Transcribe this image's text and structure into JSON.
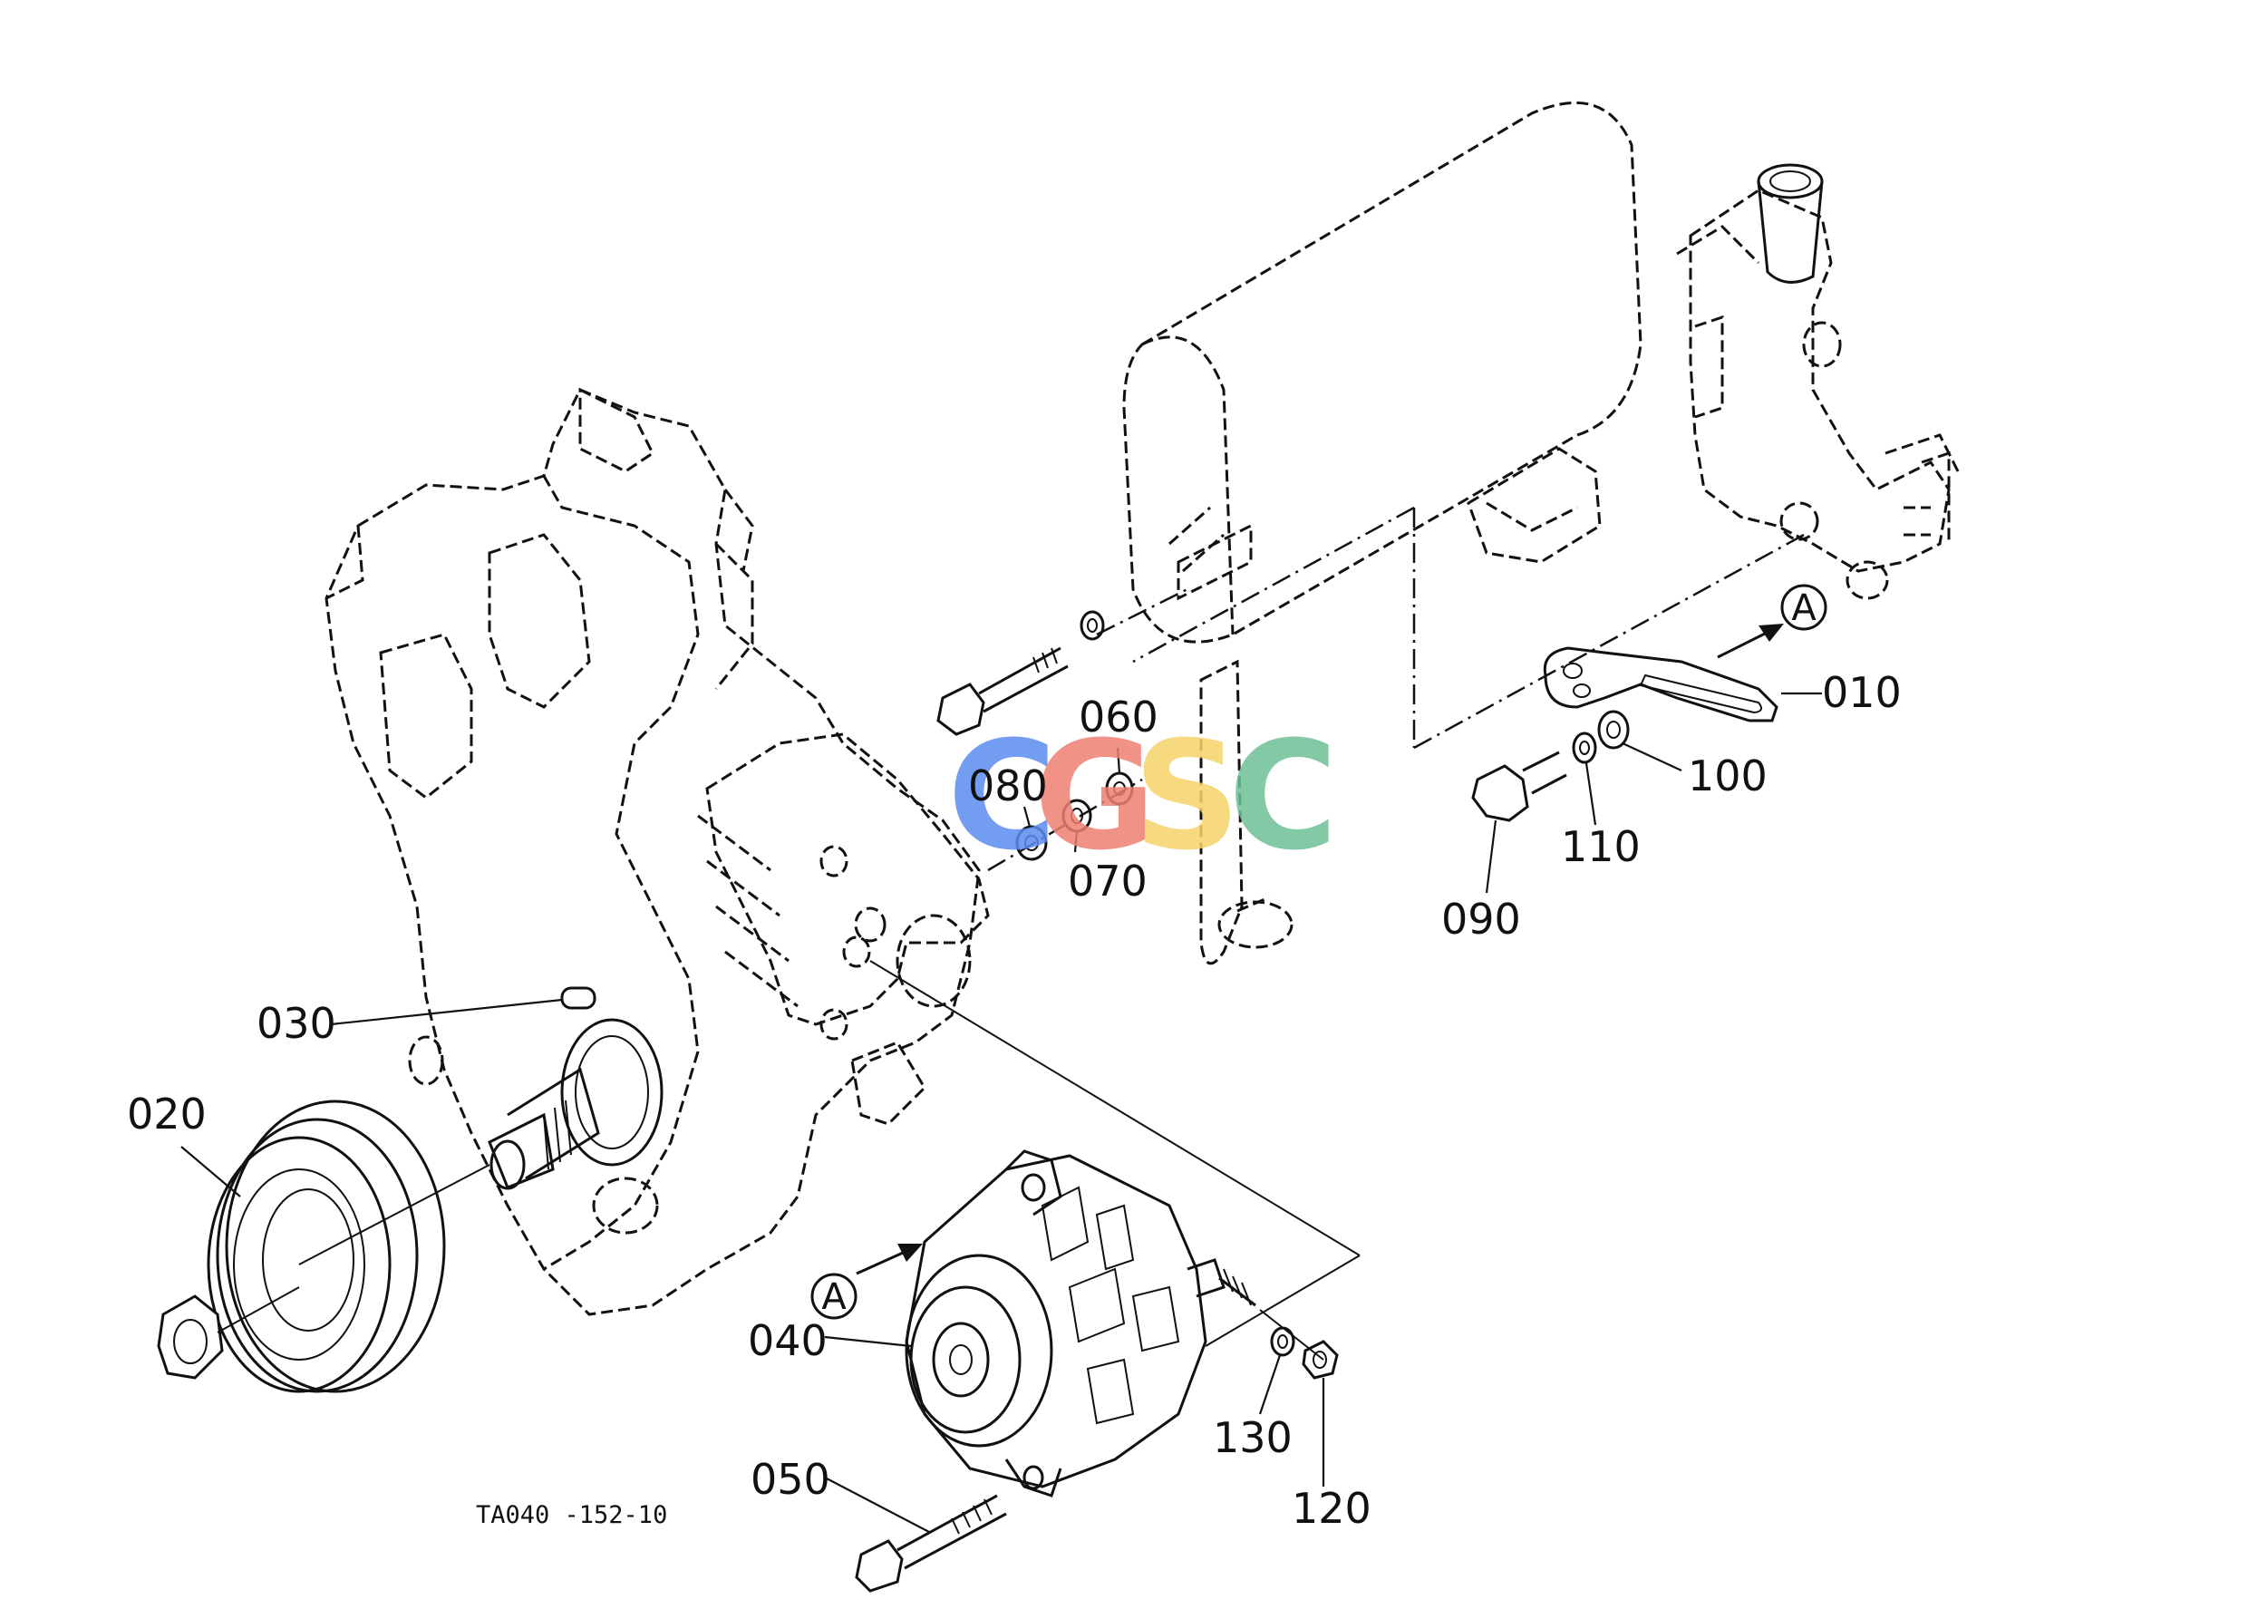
{
  "drawing_code": "TA040 -152-10",
  "view_ref": "A",
  "watermark": {
    "letters": [
      "C",
      "G",
      "S",
      "C"
    ],
    "colors": [
      "#5b8def",
      "#ee7f70",
      "#f6d36b",
      "#6fc096"
    ]
  },
  "parts": [
    {
      "number": "010",
      "name": "bracket"
    },
    {
      "number": "020",
      "name": "fan-pulley"
    },
    {
      "number": "030",
      "name": "key"
    },
    {
      "number": "040",
      "name": "alternator"
    },
    {
      "number": "050",
      "name": "alternator-bolt"
    },
    {
      "number": "060",
      "name": "nut"
    },
    {
      "number": "070",
      "name": "spring-washer"
    },
    {
      "number": "080",
      "name": "washer"
    },
    {
      "number": "090",
      "name": "bolt"
    },
    {
      "number": "100",
      "name": "plain-washer"
    },
    {
      "number": "110",
      "name": "spring-washer"
    },
    {
      "number": "120",
      "name": "nut"
    },
    {
      "number": "130",
      "name": "spring-washer"
    }
  ]
}
